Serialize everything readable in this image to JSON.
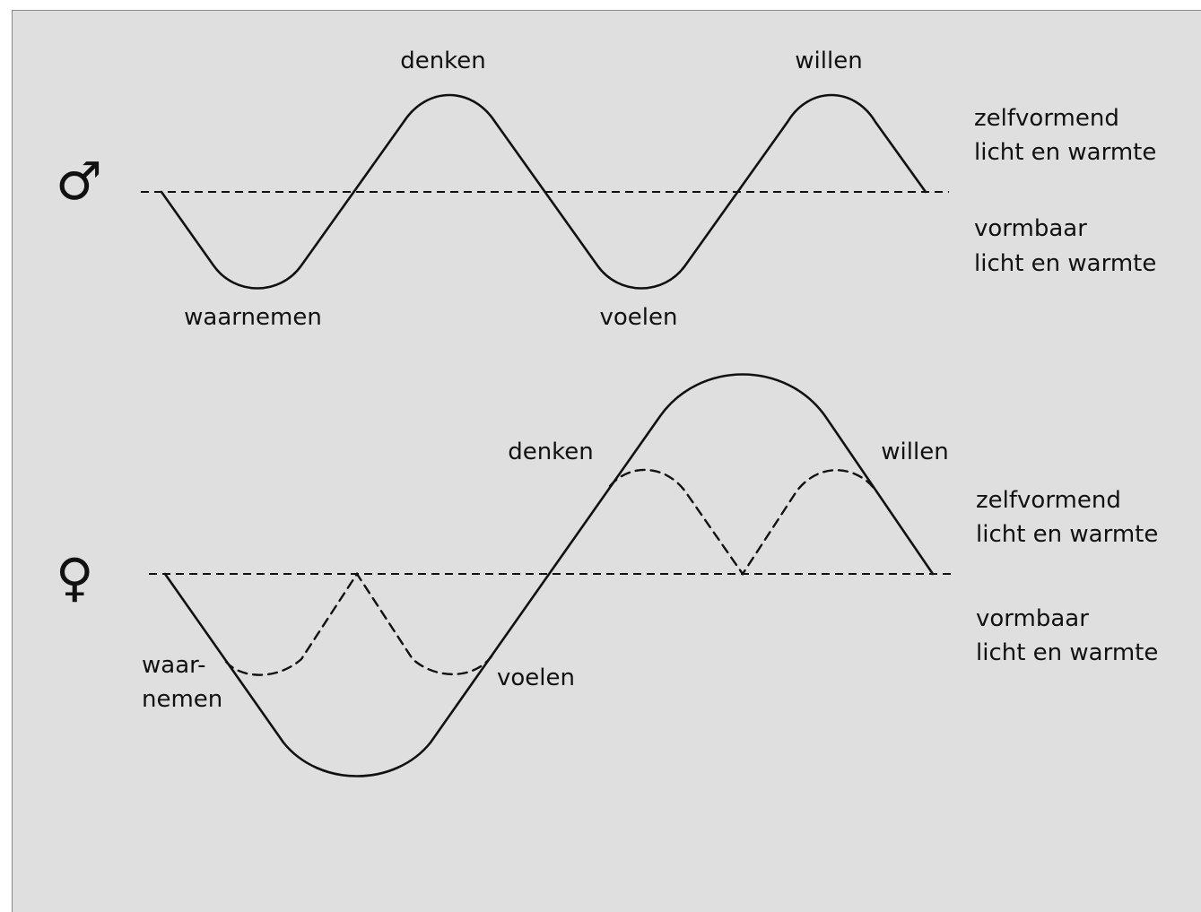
{
  "male_diagram": {
    "symbol": "♂",
    "label_top_1": "denken",
    "label_top_2": "willen",
    "label_bottom_1": "waarnemen",
    "label_bottom_2": "voelen",
    "side_upper_line1": "zelfvormend",
    "side_upper_line2": "licht en warmte",
    "side_lower_line1": "vormbaar",
    "side_lower_line2": "licht en warmte"
  },
  "female_diagram": {
    "symbol": "♀",
    "label_denken": "denken",
    "label_willen": "willen",
    "label_waarnemen_line1": "waar-",
    "label_waarnemen_line2": "nemen",
    "label_voelen": "voelen",
    "side_upper_line1": "zelfvormend",
    "side_upper_line2": "licht en warmte",
    "side_lower_line1": "vormbaar",
    "side_lower_line2": "licht en warmte"
  },
  "colors": {
    "background": "#dfdfdf",
    "ink": "#111111"
  }
}
